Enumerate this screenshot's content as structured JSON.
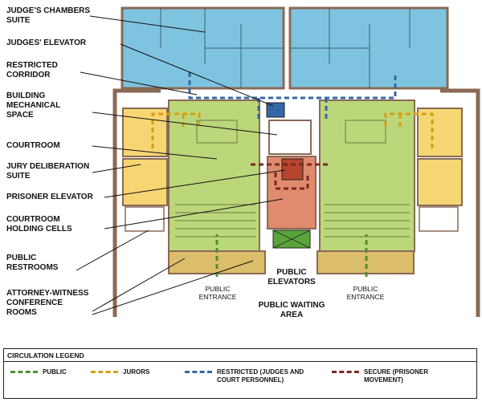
{
  "labels": {
    "judges_chambers": "JUDGE'S CHAMBERS\nSUITE",
    "judges_elevator": "JUDGES' ELEVATOR",
    "restricted_corridor": "RESTRICTED\nCORRIDOR",
    "mechanical": "BUILDING\nMECHANICAL\nSPACE",
    "courtroom": "COURTROOM",
    "jury": "JURY DELIBERATION\nSUITE",
    "prisoner_elevator": "PRISONER ELEVATOR",
    "holding": "COURTROOM\nHOLDING CELLS",
    "restrooms": "PUBLIC\nRESTROOMS",
    "attorney": "ATTORNEY-WITNESS\nCONFERENCE\nROOMS",
    "public_entrance_left": "PUBLIC\nENTRANCE",
    "public_entrance_right": "PUBLIC\nENTRANCE",
    "public_elevators": "PUBLIC\nELEVATORS",
    "public_waiting": "PUBLIC WAITING\nAREA"
  },
  "legend": {
    "title": "CIRCULATION LEGEND",
    "items": [
      {
        "label": "PUBLIC",
        "color": "#4f8f2f"
      },
      {
        "label": "JURORS",
        "color": "#d4a017"
      },
      {
        "label": "RESTRICTED (JUDGES AND\nCOURT PERSONNEL)",
        "color": "#3566a8"
      },
      {
        "label": "SECURE (PRISONER\nMOVEMENT)",
        "color": "#7a2a22"
      }
    ]
  },
  "colors": {
    "chambers": "#7ec4e0",
    "courtroom": "#bcd77a",
    "jury": "#f6d673",
    "holding": "#e08b6e",
    "conference": "#dcbd6a",
    "wall": "#8a6a55",
    "public_elev": "#5aa53a"
  }
}
